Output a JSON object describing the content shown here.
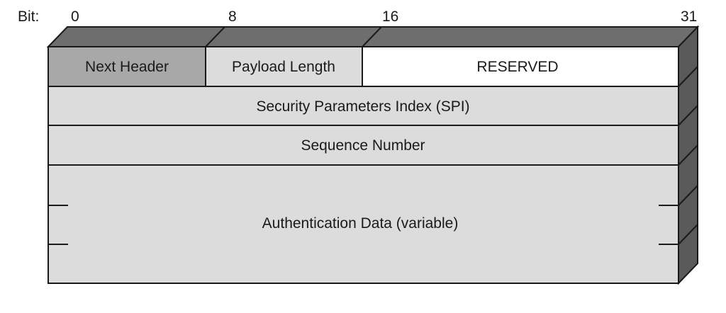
{
  "bit_axis": {
    "prefix": "Bit:",
    "ticks": [
      "0",
      "8",
      "16",
      "31"
    ]
  },
  "fields": {
    "next_header": "Next Header",
    "payload_length": "Payload Length",
    "reserved": "RESERVED",
    "spi": "Security Parameters Index (SPI)",
    "sequence_number": "Sequence Number",
    "authentication_data": "Authentication Data (variable)"
  },
  "colors": {
    "dark_cell": "#a8a8a8",
    "light_cell": "#dcdcdc",
    "white_cell": "#ffffff",
    "top_face": "#6e6e6e",
    "side_face": "#5a5a5a",
    "stroke": "#1a1a1a"
  }
}
